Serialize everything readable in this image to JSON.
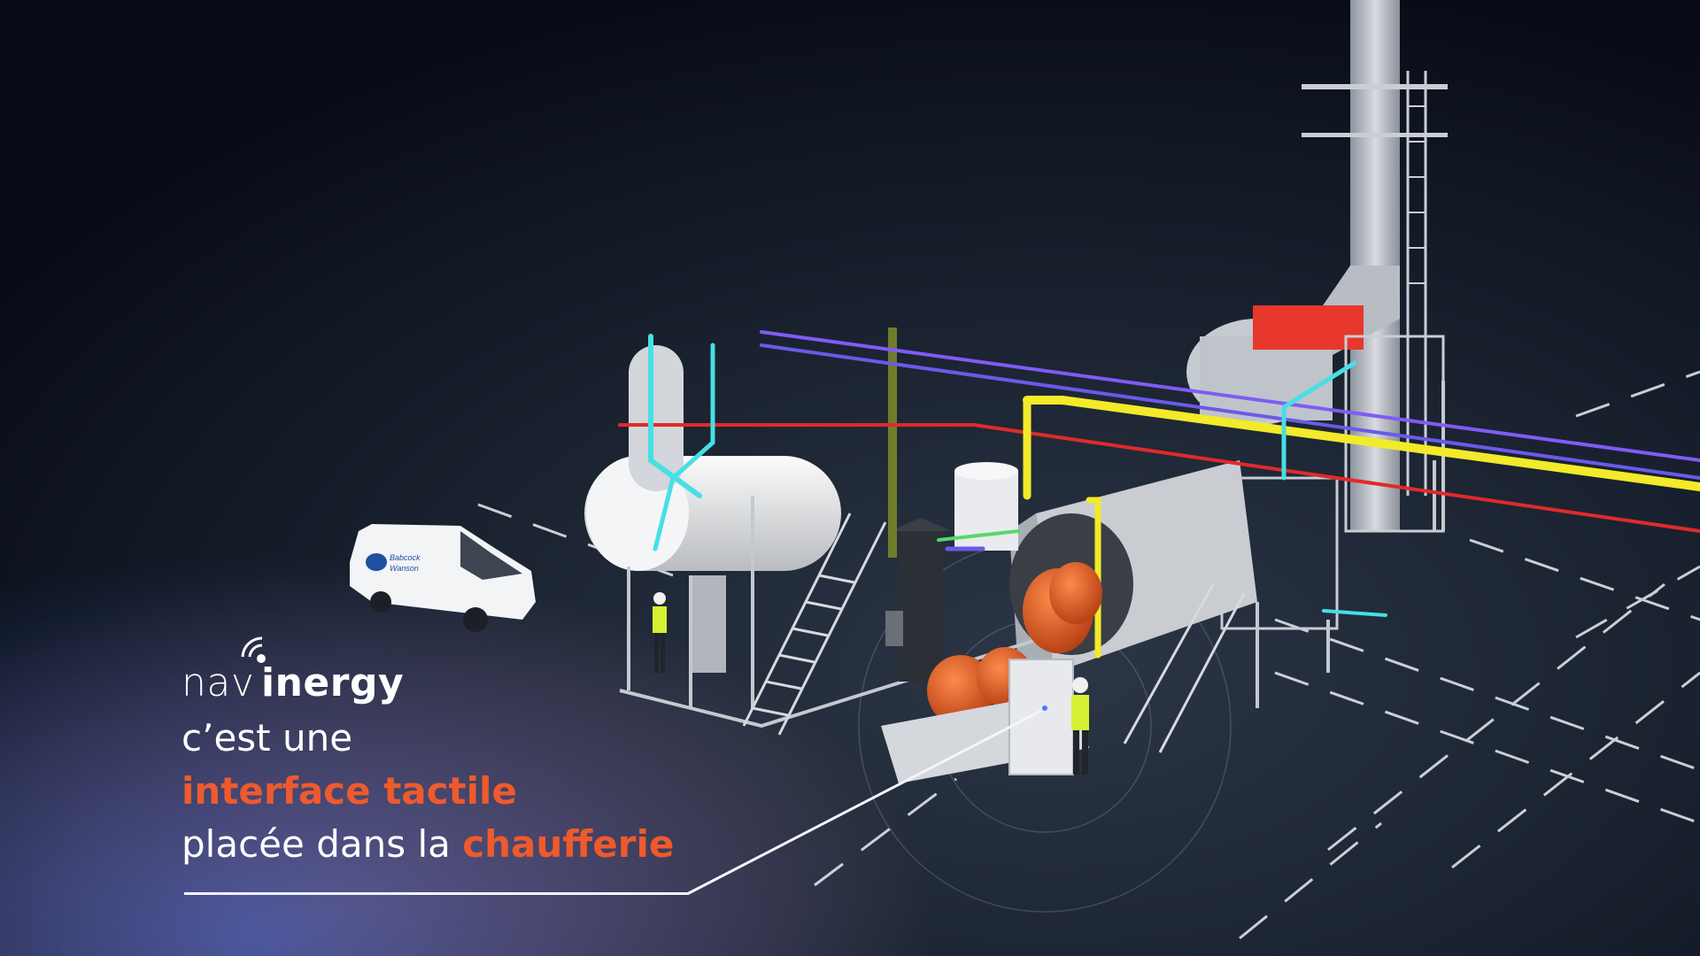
{
  "brand": {
    "name_regular": "nav",
    "name_bold": "inergy",
    "wifi_icon": "wifi-signal-icon"
  },
  "caption": {
    "line1": "c’est une",
    "line2": "interface tactile",
    "line3_prefix": "placée dans la ",
    "line3_highlight": "chaufferie"
  },
  "van": {
    "label_line1": "Babcock",
    "label_line2": "Wanson"
  },
  "colors": {
    "background": "#0a0f1c",
    "accent": "#ee5a2d",
    "text": "#ffffff",
    "pipe_yellow": "#f2ea2a",
    "pipe_cyan": "#45e0e6",
    "pipe_red": "#e02a2a",
    "pipe_purple": "#7f5cf5",
    "burner_orange": "#e0521f"
  }
}
